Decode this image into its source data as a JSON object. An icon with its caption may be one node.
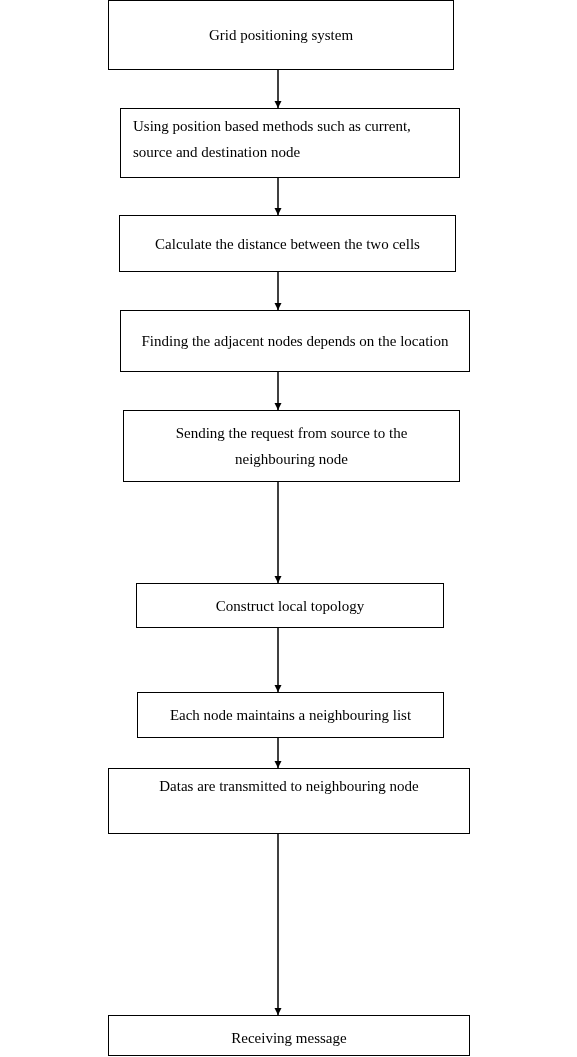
{
  "diagram": {
    "nodes": [
      {
        "text": [
          "Grid positioning system"
        ]
      },
      {
        "text": [
          "Using position based methods such as current, source and destination node"
        ]
      },
      {
        "text": [
          "Calculate the distance between the two cells"
        ]
      },
      {
        "text": [
          "Finding the adjacent nodes depends on the location"
        ]
      },
      {
        "text": [
          "Sending the request from source to the neighbouring node"
        ]
      },
      {
        "text": [
          "Construct local topology"
        ]
      },
      {
        "text": [
          "Each node maintains a neighbouring list"
        ]
      },
      {
        "text": [
          "Datas are transmitted to neighbouring node"
        ]
      },
      {
        "text": [
          "Receiving message"
        ]
      }
    ],
    "edges": [
      {
        "from": 0,
        "to": 1,
        "arrow": "to"
      },
      {
        "from": 1,
        "to": 2,
        "arrow": "to"
      },
      {
        "from": 2,
        "to": 3,
        "arrow": "to"
      },
      {
        "from": 3,
        "to": 4,
        "arrow": "to"
      },
      {
        "from": 4,
        "to": 5,
        "arrow": "to"
      },
      {
        "from": 5,
        "to": 6,
        "arrow": "to"
      },
      {
        "from": 6,
        "to": 7,
        "arrow": "to"
      },
      {
        "from": 7,
        "to": 8,
        "arrow": "to"
      }
    ]
  }
}
